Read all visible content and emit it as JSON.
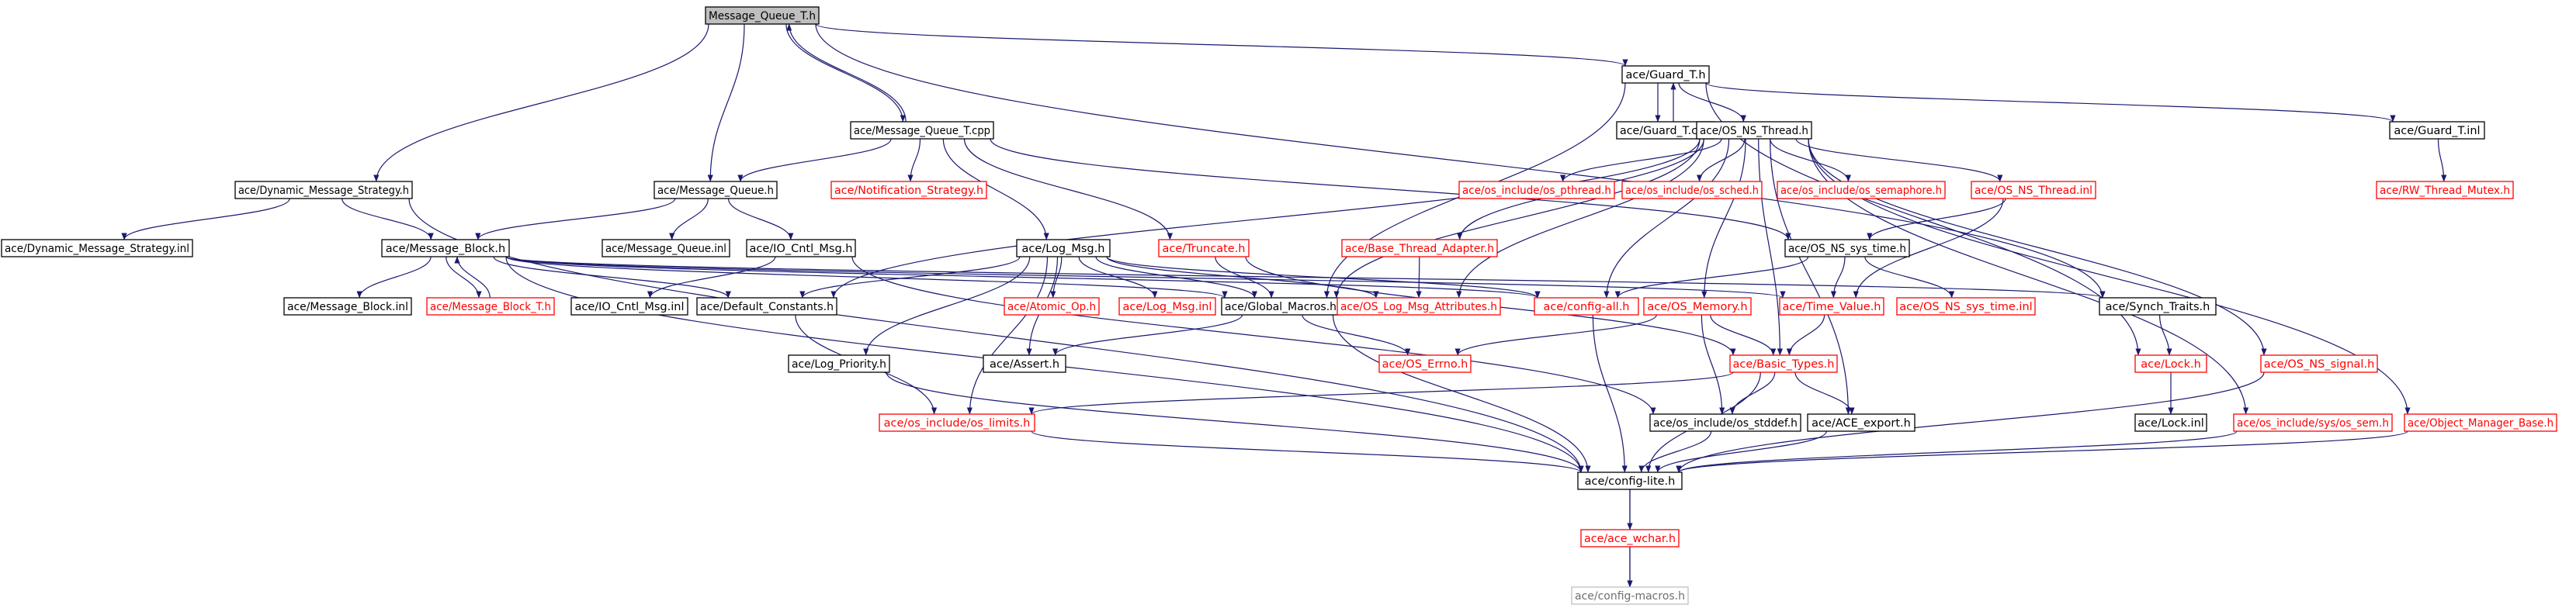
{
  "colors": {
    "edge": "#191970",
    "text_normal": "#000000",
    "text_missing": "#ff0000",
    "border_normal": "#000000",
    "border_missing": "#ff0000",
    "border_faded": "#bfbfbf",
    "text_faded": "#6f6f6f",
    "root_fill": "#bfbfbf"
  },
  "nodes": [
    {
      "id": "mq_t_h",
      "label": "Message_Queue_T.h",
      "kind": "root"
    },
    {
      "id": "guard_t_h",
      "label": "ace/Guard_T.h",
      "kind": "normal"
    },
    {
      "id": "mq_t_cpp",
      "label": "ace/Message_Queue_T.cpp",
      "kind": "normal"
    },
    {
      "id": "guard_t_cpp",
      "label": "ace/Guard_T.cpp",
      "kind": "normal"
    },
    {
      "id": "os_ns_thread_h",
      "label": "ace/OS_NS_Thread.h",
      "kind": "normal"
    },
    {
      "id": "guard_t_inl",
      "label": "ace/Guard_T.inl",
      "kind": "normal"
    },
    {
      "id": "dms_h",
      "label": "ace/Dynamic_Message_Strategy.h",
      "kind": "normal"
    },
    {
      "id": "mq_h",
      "label": "ace/Message_Queue.h",
      "kind": "normal"
    },
    {
      "id": "notif_h",
      "label": "ace/Notification_Strategy.h",
      "kind": "missing"
    },
    {
      "id": "pthread_h",
      "label": "ace/os_include/os_pthread.h",
      "kind": "missing"
    },
    {
      "id": "sched_h",
      "label": "ace/os_include/os_sched.h",
      "kind": "missing"
    },
    {
      "id": "semaphore_h",
      "label": "ace/os_include/os_semaphore.h",
      "kind": "missing"
    },
    {
      "id": "os_ns_thread_inl",
      "label": "ace/OS_NS_Thread.inl",
      "kind": "missing"
    },
    {
      "id": "rw_mutex_h",
      "label": "ace/RW_Thread_Mutex.h",
      "kind": "missing"
    },
    {
      "id": "dms_inl",
      "label": "ace/Dynamic_Message_Strategy.inl",
      "kind": "normal"
    },
    {
      "id": "mb_h",
      "label": "ace/Message_Block.h",
      "kind": "normal"
    },
    {
      "id": "mq_inl",
      "label": "ace/Message_Queue.inl",
      "kind": "normal"
    },
    {
      "id": "iocm_h",
      "label": "ace/IO_Cntl_Msg.h",
      "kind": "normal"
    },
    {
      "id": "logmsg_h",
      "label": "ace/Log_Msg.h",
      "kind": "normal"
    },
    {
      "id": "truncate_h",
      "label": "ace/Truncate.h",
      "kind": "missing"
    },
    {
      "id": "bta_h",
      "label": "ace/Base_Thread_Adapter.h",
      "kind": "missing"
    },
    {
      "id": "os_ns_sys_time_h",
      "label": "ace/OS_NS_sys_time.h",
      "kind": "normal"
    },
    {
      "id": "mb_inl",
      "label": "ace/Message_Block.inl",
      "kind": "normal"
    },
    {
      "id": "mb_t_h",
      "label": "ace/Message_Block_T.h",
      "kind": "missing"
    },
    {
      "id": "iocm_inl",
      "label": "ace/IO_Cntl_Msg.inl",
      "kind": "normal"
    },
    {
      "id": "defconst_h",
      "label": "ace/Default_Constants.h",
      "kind": "normal"
    },
    {
      "id": "atomic_h",
      "label": "ace/Atomic_Op.h",
      "kind": "missing"
    },
    {
      "id": "logmsg_inl",
      "label": "ace/Log_Msg.inl",
      "kind": "missing"
    },
    {
      "id": "globalmacros_h",
      "label": "ace/Global_Macros.h",
      "kind": "normal"
    },
    {
      "id": "oslma_h",
      "label": "ace/OS_Log_Msg_Attributes.h",
      "kind": "missing"
    },
    {
      "id": "configall_h",
      "label": "ace/config-all.h",
      "kind": "missing"
    },
    {
      "id": "osmemory_h",
      "label": "ace/OS_Memory.h",
      "kind": "missing"
    },
    {
      "id": "timevalue_h",
      "label": "ace/Time_Value.h",
      "kind": "missing"
    },
    {
      "id": "os_ns_sys_time_inl",
      "label": "ace/OS_NS_sys_time.inl",
      "kind": "missing"
    },
    {
      "id": "synch_h",
      "label": "ace/Synch_Traits.h",
      "kind": "normal"
    },
    {
      "id": "logprio_h",
      "label": "ace/Log_Priority.h",
      "kind": "normal"
    },
    {
      "id": "assert_h",
      "label": "ace/Assert.h",
      "kind": "normal"
    },
    {
      "id": "oserrno_h",
      "label": "ace/OS_Errno.h",
      "kind": "missing"
    },
    {
      "id": "basictypes_h",
      "label": "ace/Basic_Types.h",
      "kind": "missing"
    },
    {
      "id": "lock_h",
      "label": "ace/Lock.h",
      "kind": "missing"
    },
    {
      "id": "os_ns_signal_h",
      "label": "ace/OS_NS_signal.h",
      "kind": "missing"
    },
    {
      "id": "oslimits_h",
      "label": "ace/os_include/os_limits.h",
      "kind": "missing"
    },
    {
      "id": "osstddef_h",
      "label": "ace/os_include/os_stddef.h",
      "kind": "normal"
    },
    {
      "id": "aceexport_h",
      "label": "ace/ACE_export.h",
      "kind": "normal"
    },
    {
      "id": "lock_inl",
      "label": "ace/Lock.inl",
      "kind": "normal"
    },
    {
      "id": "syssem_h",
      "label": "ace/os_include/sys/os_sem.h",
      "kind": "missing"
    },
    {
      "id": "omb_h",
      "label": "ace/Object_Manager_Base.h",
      "kind": "missing"
    },
    {
      "id": "configlite_h",
      "label": "ace/config-lite.h",
      "kind": "normal"
    },
    {
      "id": "acewchar_h",
      "label": "ace/ace_wchar.h",
      "kind": "missing"
    },
    {
      "id": "configmacros_h",
      "label": "ace/config-macros.h",
      "kind": "faded"
    }
  ],
  "edges": [
    [
      "mq_t_h",
      "guard_t_h"
    ],
    [
      "mq_t_h",
      "mq_t_cpp"
    ],
    [
      "mq_t_h",
      "dms_h"
    ],
    [
      "mq_t_h",
      "mq_h"
    ],
    [
      "mq_t_h",
      "synch_h"
    ],
    [
      "mq_t_cpp",
      "mq_t_h"
    ],
    [
      "mq_t_cpp",
      "mq_h"
    ],
    [
      "mq_t_cpp",
      "notif_h"
    ],
    [
      "mq_t_cpp",
      "logmsg_h"
    ],
    [
      "mq_t_cpp",
      "truncate_h"
    ],
    [
      "mq_t_cpp",
      "os_ns_sys_time_h"
    ],
    [
      "guard_t_h",
      "guard_t_cpp"
    ],
    [
      "guard_t_h",
      "os_ns_thread_h"
    ],
    [
      "guard_t_h",
      "guard_t_inl"
    ],
    [
      "guard_t_h",
      "lock_h"
    ],
    [
      "guard_t_h",
      "globalmacros_h"
    ],
    [
      "guard_t_cpp",
      "guard_t_h"
    ],
    [
      "guard_t_inl",
      "rw_mutex_h"
    ],
    [
      "os_ns_thread_h",
      "pthread_h"
    ],
    [
      "os_ns_thread_h",
      "sched_h"
    ],
    [
      "os_ns_thread_h",
      "semaphore_h"
    ],
    [
      "os_ns_thread_h",
      "os_ns_thread_inl"
    ],
    [
      "os_ns_thread_h",
      "bta_h"
    ],
    [
      "os_ns_thread_h",
      "globalmacros_h"
    ],
    [
      "os_ns_thread_h",
      "configall_h"
    ],
    [
      "os_ns_thread_h",
      "osmemory_h"
    ],
    [
      "os_ns_thread_h",
      "basictypes_h"
    ],
    [
      "os_ns_thread_h",
      "aceexport_h"
    ],
    [
      "os_ns_thread_h",
      "syssem_h"
    ],
    [
      "os_ns_thread_h",
      "os_ns_signal_h"
    ],
    [
      "os_ns_thread_h",
      "omb_h"
    ],
    [
      "os_ns_thread_h",
      "defconst_h"
    ],
    [
      "os_ns_thread_h",
      "oslma_h"
    ],
    [
      "os_ns_thread_inl",
      "os_ns_sys_time_h"
    ],
    [
      "os_ns_thread_inl",
      "timevalue_h"
    ],
    [
      "dms_h",
      "dms_inl"
    ],
    [
      "dms_h",
      "mb_h"
    ],
    [
      "dms_h",
      "configlite_h"
    ],
    [
      "mq_h",
      "mb_h"
    ],
    [
      "mq_h",
      "mq_inl"
    ],
    [
      "mq_h",
      "iocm_h"
    ],
    [
      "mb_h",
      "mb_inl"
    ],
    [
      "mb_h",
      "mb_t_h"
    ],
    [
      "mb_h",
      "defconst_h"
    ],
    [
      "mb_h",
      "globalmacros_h"
    ],
    [
      "mb_h",
      "configall_h"
    ],
    [
      "mb_h",
      "timevalue_h"
    ],
    [
      "mb_h",
      "synch_h"
    ],
    [
      "mb_h",
      "configlite_h"
    ],
    [
      "mb_t_h",
      "mb_h"
    ],
    [
      "iocm_h",
      "iocm_inl"
    ],
    [
      "iocm_h",
      "osstddef_h"
    ],
    [
      "logmsg_h",
      "atomic_h"
    ],
    [
      "logmsg_h",
      "logmsg_inl"
    ],
    [
      "logmsg_h",
      "globalmacros_h"
    ],
    [
      "logmsg_h",
      "oslma_h"
    ],
    [
      "logmsg_h",
      "defconst_h"
    ],
    [
      "logmsg_h",
      "logprio_h"
    ],
    [
      "logmsg_h",
      "assert_h"
    ],
    [
      "logmsg_h",
      "oslimits_h"
    ],
    [
      "logmsg_h",
      "configall_h"
    ],
    [
      "truncate_h",
      "globalmacros_h"
    ],
    [
      "truncate_h",
      "basictypes_h"
    ],
    [
      "bta_h",
      "oslma_h"
    ],
    [
      "os_ns_sys_time_h",
      "timevalue_h"
    ],
    [
      "os_ns_sys_time_h",
      "os_ns_sys_time_inl"
    ],
    [
      "os_ns_sys_time_h",
      "configall_h"
    ],
    [
      "defconst_h",
      "oslimits_h"
    ],
    [
      "globalmacros_h",
      "assert_h"
    ],
    [
      "globalmacros_h",
      "oserrno_h"
    ],
    [
      "globalmacros_h",
      "configlite_h"
    ],
    [
      "configall_h",
      "configlite_h"
    ],
    [
      "osmemory_h",
      "oserrno_h"
    ],
    [
      "osmemory_h",
      "basictypes_h"
    ],
    [
      "osmemory_h",
      "osstddef_h"
    ],
    [
      "timevalue_h",
      "basictypes_h"
    ],
    [
      "synch_h",
      "lock_h"
    ],
    [
      "logprio_h",
      "configlite_h"
    ],
    [
      "basictypes_h",
      "oslimits_h"
    ],
    [
      "basictypes_h",
      "osstddef_h"
    ],
    [
      "basictypes_h",
      "aceexport_h"
    ],
    [
      "basictypes_h",
      "configlite_h"
    ],
    [
      "lock_h",
      "lock_inl"
    ],
    [
      "os_ns_signal_h",
      "configlite_h"
    ],
    [
      "oslimits_h",
      "configlite_h"
    ],
    [
      "osstddef_h",
      "configlite_h"
    ],
    [
      "aceexport_h",
      "configlite_h"
    ],
    [
      "syssem_h",
      "configlite_h"
    ],
    [
      "omb_h",
      "configlite_h"
    ],
    [
      "configlite_h",
      "acewchar_h"
    ],
    [
      "configlite_h",
      "configmacros_h"
    ],
    [
      "acewchar_h",
      "configmacros_h"
    ]
  ]
}
